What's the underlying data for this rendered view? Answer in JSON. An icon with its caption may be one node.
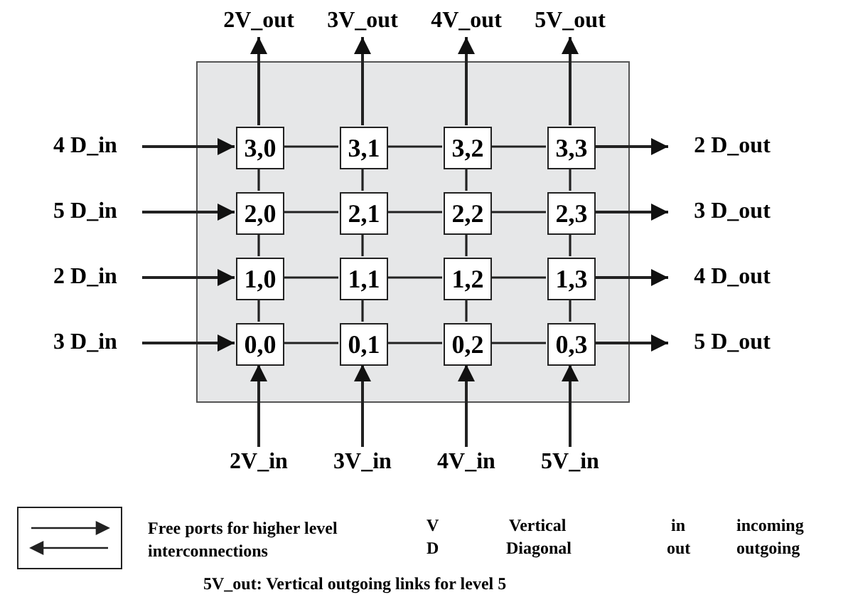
{
  "diagram": {
    "nodes": [
      {
        "text": [],
        "shape": "box"
      },
      {
        "text": [
          "3,0"
        ],
        "in": 0
      },
      {
        "text": [
          "3,1"
        ],
        "in": 0
      },
      {
        "text": [
          "3,2"
        ],
        "in": 0
      },
      {
        "text": [
          "3,3"
        ],
        "in": 0
      },
      {
        "text": [
          "2,0"
        ],
        "in": 0
      },
      {
        "text": [
          "2,1"
        ],
        "in": 0
      },
      {
        "text": [
          "2,2"
        ],
        "in": 0
      },
      {
        "text": [
          "2,3"
        ],
        "in": 0
      },
      {
        "text": [
          "1,0"
        ],
        "in": 0
      },
      {
        "text": [
          "1,1"
        ],
        "in": 0
      },
      {
        "text": [
          "1,2"
        ],
        "in": 0
      },
      {
        "text": [
          "1,3"
        ],
        "in": 0
      },
      {
        "text": [
          "0,0"
        ],
        "in": 0
      },
      {
        "text": [
          "0,1"
        ],
        "in": 0
      },
      {
        "text": [
          "0,2"
        ],
        "in": 0
      },
      {
        "text": [
          "0,3"
        ],
        "in": 0
      },
      {
        "text": [
          "2V_out"
        ]
      },
      {
        "text": [
          "3V_out"
        ]
      },
      {
        "text": [
          "4V_out"
        ]
      },
      {
        "text": [
          "5V_out"
        ]
      },
      {
        "text": [
          "4 D_in"
        ]
      },
      {
        "text": [
          "5 D_in"
        ]
      },
      {
        "text": [
          "2 D_in"
        ]
      },
      {
        "text": [
          "3 D_in"
        ]
      },
      {
        "text": [
          "2 D_out"
        ]
      },
      {
        "text": [
          "3 D_out"
        ]
      },
      {
        "text": [
          "4 D_out"
        ]
      },
      {
        "text": [
          "5 D_out"
        ]
      },
      {
        "text": [
          "2V_in"
        ]
      },
      {
        "text": [
          "3V_in"
        ]
      },
      {
        "text": [
          "4V_in"
        ]
      },
      {
        "text": [
          "5V_in"
        ]
      }
    ],
    "edges": [
      {
        "from": 1,
        "to": 2,
        "arrow": "none"
      },
      {
        "from": 2,
        "to": 3,
        "arrow": "none"
      },
      {
        "from": 3,
        "to": 4,
        "arrow": "none"
      },
      {
        "from": 5,
        "to": 6,
        "arrow": "none"
      },
      {
        "from": 6,
        "to": 7,
        "arrow": "none"
      },
      {
        "from": 7,
        "to": 8,
        "arrow": "none"
      },
      {
        "from": 9,
        "to": 10,
        "arrow": "none"
      },
      {
        "from": 10,
        "to": 11,
        "arrow": "none"
      },
      {
        "from": 11,
        "to": 12,
        "arrow": "none"
      },
      {
        "from": 13,
        "to": 14,
        "arrow": "none"
      },
      {
        "from": 14,
        "to": 15,
        "arrow": "none"
      },
      {
        "from": 15,
        "to": 16,
        "arrow": "none"
      },
      {
        "from": 1,
        "to": 5,
        "arrow": "none"
      },
      {
        "from": 5,
        "to": 9,
        "arrow": "none"
      },
      {
        "from": 9,
        "to": 13,
        "arrow": "none"
      },
      {
        "from": 2,
        "to": 6,
        "arrow": "none"
      },
      {
        "from": 6,
        "to": 10,
        "arrow": "none"
      },
      {
        "from": 10,
        "to": 14,
        "arrow": "none"
      },
      {
        "from": 3,
        "to": 7,
        "arrow": "none"
      },
      {
        "from": 7,
        "to": 11,
        "arrow": "none"
      },
      {
        "from": 11,
        "to": 15,
        "arrow": "none"
      },
      {
        "from": 4,
        "to": 8,
        "arrow": "none"
      },
      {
        "from": 8,
        "to": 12,
        "arrow": "none"
      },
      {
        "from": 12,
        "to": 16,
        "arrow": "none"
      },
      {
        "from": 1,
        "to": 17,
        "arrow": "to"
      },
      {
        "from": 2,
        "to": 18,
        "arrow": "to"
      },
      {
        "from": 3,
        "to": 19,
        "arrow": "to"
      },
      {
        "from": 4,
        "to": 20,
        "arrow": "to"
      },
      {
        "from": 21,
        "to": 1,
        "arrow": "to"
      },
      {
        "from": 22,
        "to": 5,
        "arrow": "to"
      },
      {
        "from": 23,
        "to": 9,
        "arrow": "to"
      },
      {
        "from": 24,
        "to": 13,
        "arrow": "to"
      },
      {
        "from": 4,
        "to": 25,
        "arrow": "to"
      },
      {
        "from": 8,
        "to": 26,
        "arrow": "to"
      },
      {
        "from": 12,
        "to": 27,
        "arrow": "to"
      },
      {
        "from": 16,
        "to": 28,
        "arrow": "to"
      },
      {
        "from": 29,
        "to": 13,
        "arrow": "to"
      },
      {
        "from": 30,
        "to": 14,
        "arrow": "to"
      },
      {
        "from": 31,
        "to": 15,
        "arrow": "to"
      },
      {
        "from": 32,
        "to": 16,
        "arrow": "to"
      }
    ],
    "labels": [
      "V",
      "Vertical",
      "in",
      "incoming",
      "D",
      "Diagonal",
      "out",
      "outgoing",
      "5V_out: Vertical outgoing links for level 5"
    ],
    "legend": [
      {
        "text": "Free ports for higher level interconnections"
      }
    ]
  }
}
